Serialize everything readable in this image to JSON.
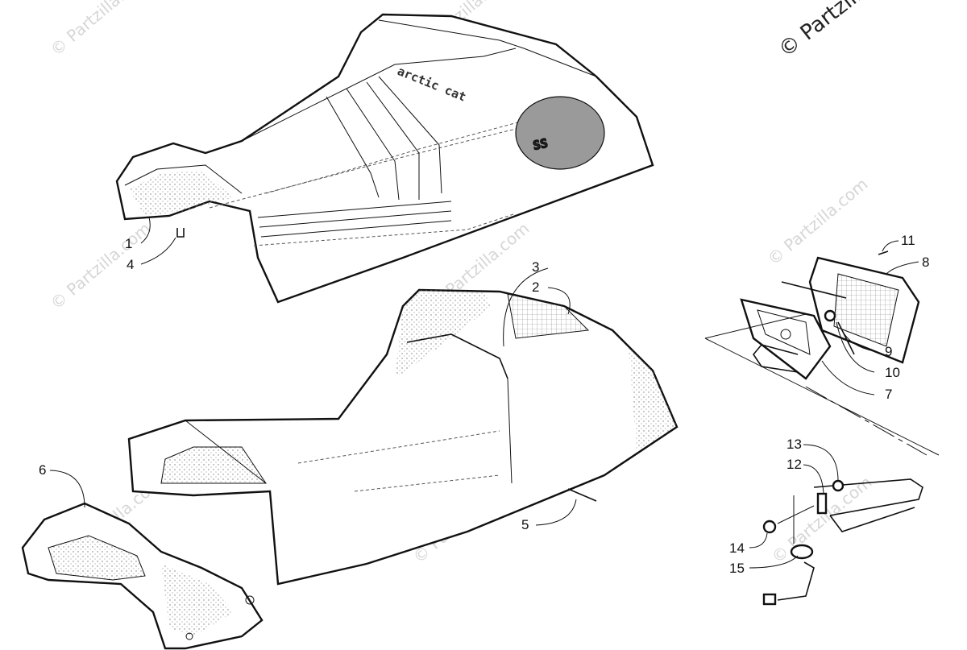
{
  "copyright": "© Partzilla.com",
  "watermark_text": "© Partzilla.com",
  "seat_text": {
    "brand": "arctic cat",
    "badge": "SS"
  },
  "callouts": [
    {
      "id": "1",
      "label": "1"
    },
    {
      "id": "2",
      "label": "2"
    },
    {
      "id": "3",
      "label": "3"
    },
    {
      "id": "4",
      "label": "4"
    },
    {
      "id": "5",
      "label": "5"
    },
    {
      "id": "6",
      "label": "6"
    },
    {
      "id": "7",
      "label": "7"
    },
    {
      "id": "8",
      "label": "8"
    },
    {
      "id": "9",
      "label": "9"
    },
    {
      "id": "10",
      "label": "10"
    },
    {
      "id": "11",
      "label": "11"
    },
    {
      "id": "12",
      "label": "12"
    },
    {
      "id": "13",
      "label": "13"
    },
    {
      "id": "14",
      "label": "14"
    },
    {
      "id": "15",
      "label": "15"
    }
  ],
  "colors": {
    "badge_fill": "#9a9a9a",
    "watermark": "#d6d6d6"
  }
}
